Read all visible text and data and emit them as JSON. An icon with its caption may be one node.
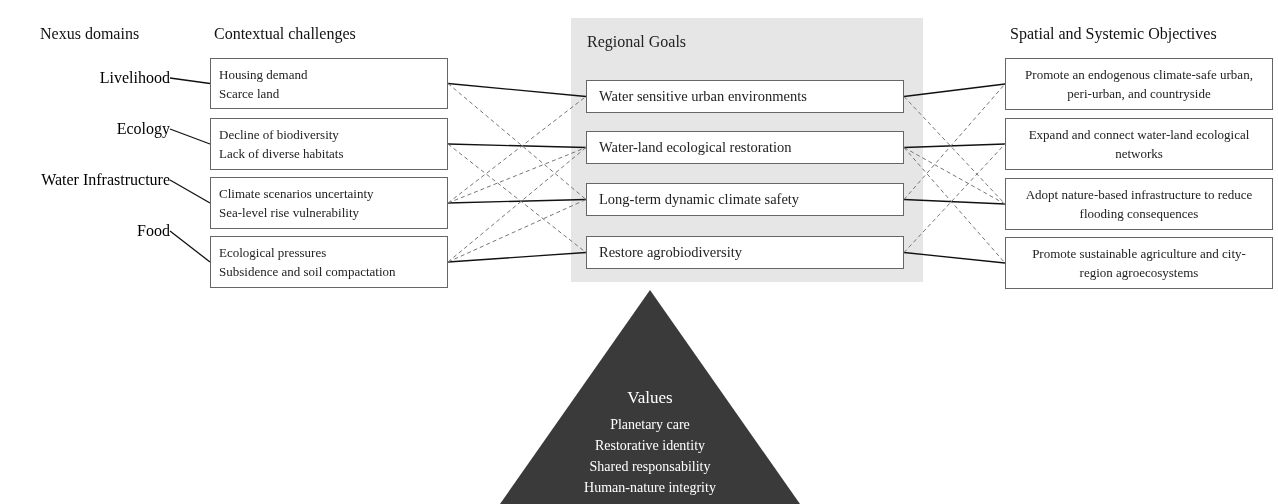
{
  "diagram": {
    "nodes": [
      {
        "text": [
          "Livelihood"
        ]
      },
      {
        "text": [
          "Ecology"
        ]
      },
      {
        "text": [
          "Water Infrastructure"
        ]
      },
      {
        "text": [
          "Food"
        ]
      },
      {
        "text": [
          "Housing demand",
          "Scarce land"
        ]
      },
      {
        "text": [
          "Decline of biodiversity",
          "Lack of diverse habitats"
        ]
      },
      {
        "text": [
          "Climate scenarios uncertainty",
          "Sea-level rise vulnerability"
        ]
      },
      {
        "text": [
          "Ecological pressures",
          "Subsidence and soil compactation"
        ]
      },
      {
        "text": [
          "Regional Goals"
        ]
      },
      {
        "text": [
          "Water sensitive urban environments"
        ],
        "in": 8
      },
      {
        "text": [
          "Water-land ecological restoration"
        ],
        "in": 8
      },
      {
        "text": [
          "Long-term dynamic climate safety"
        ],
        "in": 8
      },
      {
        "text": [
          "Restore agrobiodiversity"
        ],
        "in": 8
      },
      {
        "text": [
          "Promote an endogenous climate-safe urban, peri-urban, and countryside"
        ]
      },
      {
        "text": [
          "Expand and connect water-land ecological networks"
        ]
      },
      {
        "text": [
          "Adopt nature-based infrastructure to reduce flooding consequences"
        ]
      },
      {
        "text": [
          "Promote sustainable agriculture and city-region agroecosystems"
        ]
      },
      {
        "text": [
          "Values",
          "Planetary care",
          "Restorative identity",
          "Shared responsability",
          "Human-nature integrity"
        ]
      }
    ],
    "edges": [
      {
        "from": 0,
        "to": 4,
        "arrow": "none"
      },
      {
        "from": 1,
        "to": 5,
        "arrow": "none"
      },
      {
        "from": 2,
        "to": 6,
        "arrow": "none"
      },
      {
        "from": 3,
        "to": 7,
        "arrow": "none"
      },
      {
        "from": 4,
        "to": 9,
        "arrow": "none"
      },
      {
        "from": 5,
        "to": 10,
        "arrow": "none"
      },
      {
        "from": 6,
        "to": 11,
        "arrow": "none"
      },
      {
        "from": 7,
        "to": 12,
        "arrow": "none"
      },
      {
        "from": 4,
        "to": 11,
        "arrow": "none",
        "style": "dashed",
        "color": "#777777"
      },
      {
        "from": 5,
        "to": 12,
        "arrow": "none",
        "style": "dashed",
        "color": "#777777"
      },
      {
        "from": 6,
        "to": 9,
        "arrow": "none",
        "style": "dashed",
        "color": "#777777"
      },
      {
        "from": 6,
        "to": 10,
        "arrow": "none",
        "style": "dashed",
        "color": "#777777"
      },
      {
        "from": 7,
        "to": 10,
        "arrow": "none",
        "style": "dashed",
        "color": "#777777"
      },
      {
        "from": 7,
        "to": 11,
        "arrow": "none",
        "style": "dashed",
        "color": "#777777"
      },
      {
        "from": 9,
        "to": 13,
        "arrow": "none"
      },
      {
        "from": 10,
        "to": 14,
        "arrow": "none"
      },
      {
        "from": 11,
        "to": 15,
        "arrow": "none"
      },
      {
        "from": 12,
        "to": 16,
        "arrow": "none"
      },
      {
        "from": 9,
        "to": 15,
        "arrow": "none",
        "style": "dashed",
        "color": "#777777"
      },
      {
        "from": 10,
        "to": 15,
        "arrow": "none",
        "style": "dashed",
        "color": "#777777"
      },
      {
        "from": 10,
        "to": 16,
        "arrow": "none",
        "style": "dashed",
        "color": "#777777"
      },
      {
        "from": 11,
        "to": 13,
        "arrow": "none",
        "style": "dashed",
        "color": "#777777"
      },
      {
        "from": 12,
        "to": 14,
        "arrow": "none",
        "style": "dashed",
        "color": "#777777"
      }
    ],
    "labels": [
      "Nexus domains",
      "Contextual challenges",
      "Spatial and Systemic Objectives"
    ]
  }
}
